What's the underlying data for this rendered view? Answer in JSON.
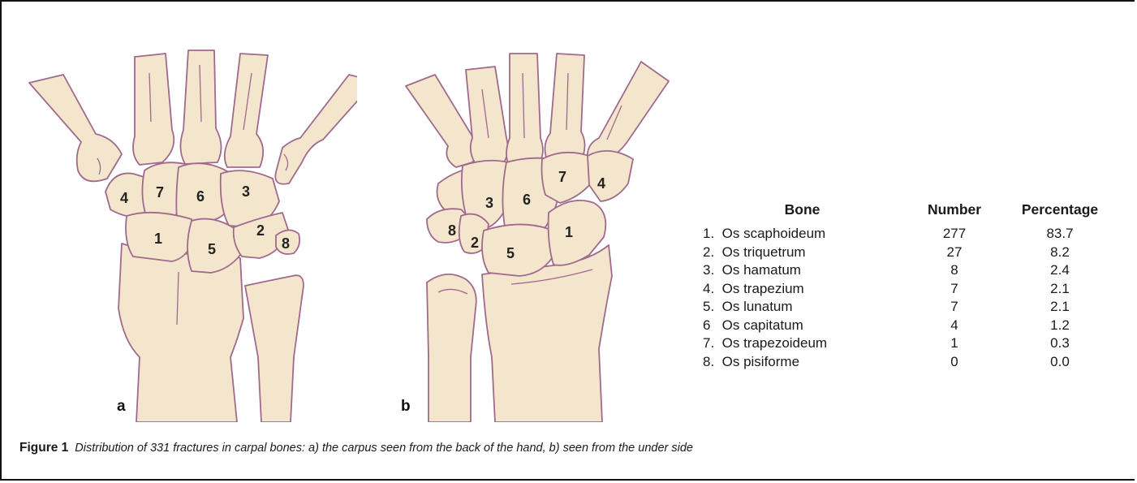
{
  "figure": {
    "label": "Figure 1",
    "caption": "Distribution of 331 fractures in carpal bones: a) the carpus seen from the back of the hand, b) seen from the under side",
    "panels": [
      {
        "letter": "a",
        "bone_numbers": [
          "4",
          "7",
          "6",
          "3",
          "1",
          "5",
          "2",
          "8"
        ]
      },
      {
        "letter": "b",
        "bone_numbers": [
          "7",
          "4",
          "3",
          "6",
          "8",
          "2",
          "1",
          "5"
        ]
      }
    ]
  },
  "table": {
    "headers": [
      "Bone",
      "Number",
      "Percentage"
    ],
    "rows": [
      {
        "bone": "1.  Os scaphoideum",
        "number": "277",
        "percentage": "83.7"
      },
      {
        "bone": "2.  Os triquetrum",
        "number": "27",
        "percentage": "8.2"
      },
      {
        "bone": "3.  Os hamatum",
        "number": "8",
        "percentage": "2.4"
      },
      {
        "bone": "4.  Os trapezium",
        "number": "7",
        "percentage": "2.1"
      },
      {
        "bone": "5.  Os lunatum",
        "number": "7",
        "percentage": "2.1"
      },
      {
        "bone": "6   Os capitatum",
        "number": "4",
        "percentage": "1.2"
      },
      {
        "bone": "7.  Os trapezoideum",
        "number": "1",
        "percentage": "0.3"
      },
      {
        "bone": "8.  Os pisiforme",
        "number": "0",
        "percentage": "0.0"
      }
    ]
  },
  "colors": {
    "bone_fill": "#f4e6cc",
    "bone_outline": "#a06a8e"
  }
}
